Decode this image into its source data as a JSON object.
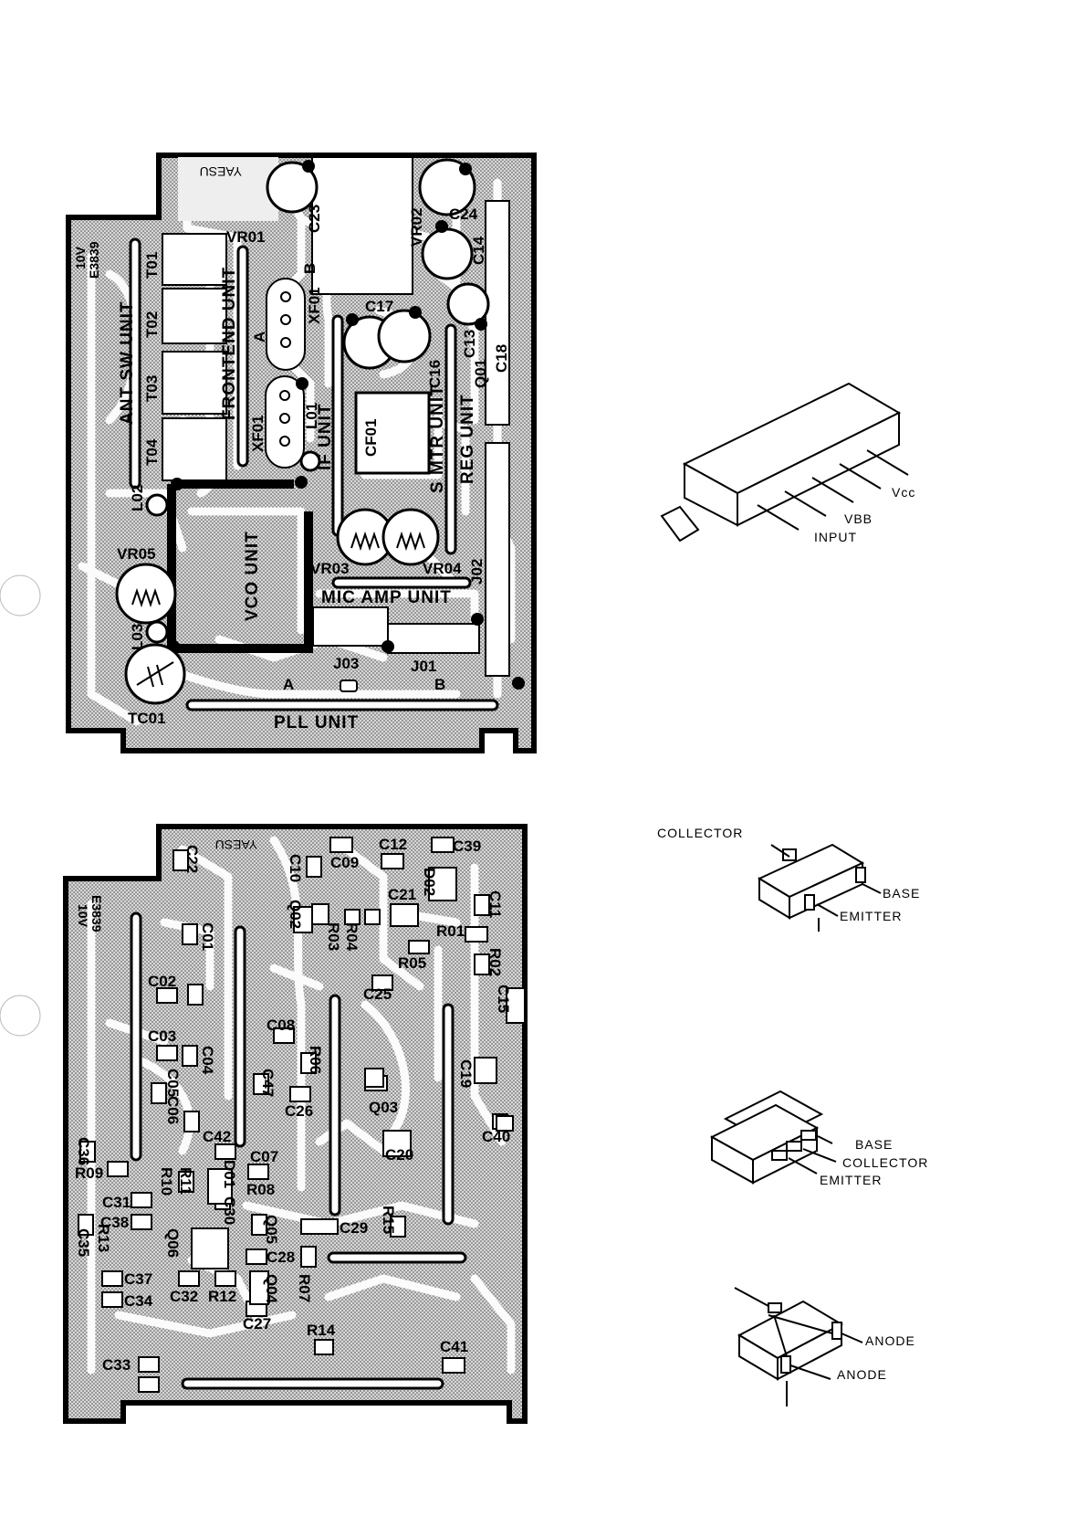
{
  "board_top": {
    "unit_labels": {
      "ant_sw": "ANT SW UNIT",
      "frontend": "FRONTEND UNIT",
      "if": "IF UNIT",
      "s_mtr": "S MTR UNIT",
      "reg": "REG UNIT",
      "vco": "VCO UNIT",
      "mic_amp": "MIC AMP UNIT",
      "pll": "PLL UNIT"
    },
    "part_labels": {
      "vr01": "VR01",
      "vr02": "VR02",
      "vr03": "VR03",
      "vr04": "VR04",
      "vr05": "VR05",
      "t01": "T01",
      "t02": "T02",
      "t03": "T03",
      "t04": "T04",
      "xf01a": "XF01",
      "xf01b": "XF01",
      "cf01": "CF01",
      "l01": "L01",
      "l02": "L02",
      "l03": "L03",
      "c13": "C13",
      "c14": "C14",
      "c16": "C16",
      "c17": "C17",
      "c18": "C18",
      "c23": "C23",
      "c24": "C24",
      "q01": "Q01",
      "j01": "J01",
      "j02": "J02",
      "j03": "J03",
      "tc01": "TC01",
      "ptA": "A",
      "ptB": "B",
      "ptA2": "A",
      "ptB2": "B",
      "board_code": "E3839",
      "board_rev": "10V",
      "brand": "YAESU"
    }
  },
  "board_bottom": {
    "part_labels": {
      "c01": "C01",
      "c02": "C02",
      "c03": "C03",
      "c04": "C04",
      "c05": "C05",
      "c06": "C06",
      "c07": "C07",
      "c08": "C08",
      "c09": "C09",
      "c10": "C10",
      "c11": "C11",
      "c12": "C12",
      "c15": "C15",
      "c19": "C19",
      "c20": "C20",
      "c21": "C21",
      "c22": "C22",
      "c25": "C25",
      "c26": "C26",
      "c27": "C27",
      "c28": "C28",
      "c29": "C29",
      "c30": "C30",
      "c31": "C31",
      "c32": "C32",
      "c33": "C33",
      "c34": "C34",
      "c35": "C35",
      "c36": "C36",
      "c37": "C37",
      "c38": "C38",
      "c39": "C39",
      "c40": "C40",
      "c41": "C41",
      "c42": "C42",
      "c47": "C47",
      "r01": "R01",
      "r02": "R02",
      "r03": "R03",
      "r04": "R04",
      "r05": "R05",
      "r06": "R06",
      "r07": "R07",
      "r08": "R08",
      "r09": "R09",
      "r10": "R10",
      "r11": "R11",
      "r12": "R12",
      "r13": "R13",
      "r14": "R14",
      "r15": "R15",
      "q02": "Q02",
      "q03": "Q03",
      "q04": "Q04",
      "q05": "Q05",
      "q06": "Q06",
      "d01": "D01",
      "d02": "D02",
      "board_code": "E3839",
      "board_rev": "10V",
      "brand": "YAESU"
    }
  },
  "packages": {
    "module": {
      "vcc": "Vcc",
      "vbb": "VBB",
      "input": "INPUT"
    },
    "sot23": {
      "collector": "COLLECTOR",
      "base": "BASE",
      "emitter": "EMITTER"
    },
    "sot89": {
      "base": "BASE",
      "collector": "COLLECTOR",
      "emitter": "EMITTER"
    },
    "diode": {
      "anode1": "ANODE",
      "anode2": "ANODE"
    }
  }
}
